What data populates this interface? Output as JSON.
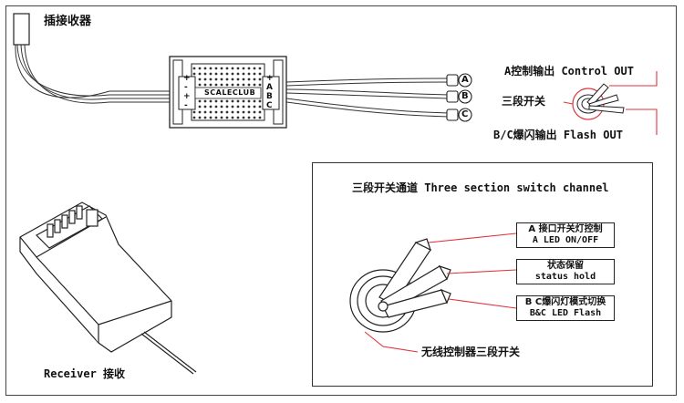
{
  "labels": {
    "connector": "插接收器",
    "a_output": "A控制输出 Control OUT",
    "three_stage": "三段开关",
    "bc_output": "B/C爆闪输出 Flash OUT",
    "receiver": "Receiver 接收",
    "inset_title": "三段开关通道 Three section switch channel",
    "wireless_switch": "无线控制器三段开关"
  },
  "board": {
    "brand": "SCALECLUB",
    "left_pins": [
      "+",
      "-",
      "+",
      "-"
    ],
    "right_pins": [
      "+",
      "A",
      "B",
      "C"
    ]
  },
  "outputs": [
    "A",
    "B",
    "C"
  ],
  "callouts": [
    {
      "line1": "A 接口开关灯控制",
      "line2": "A LED ON/OFF"
    },
    {
      "line1": "状态保留",
      "line2": "status hold"
    },
    {
      "line1": "B C爆闪灯模式切换",
      "line2": "B&C LED Flash"
    }
  ],
  "colors": {
    "leader": "#e0323a",
    "ink": "#222222"
  }
}
